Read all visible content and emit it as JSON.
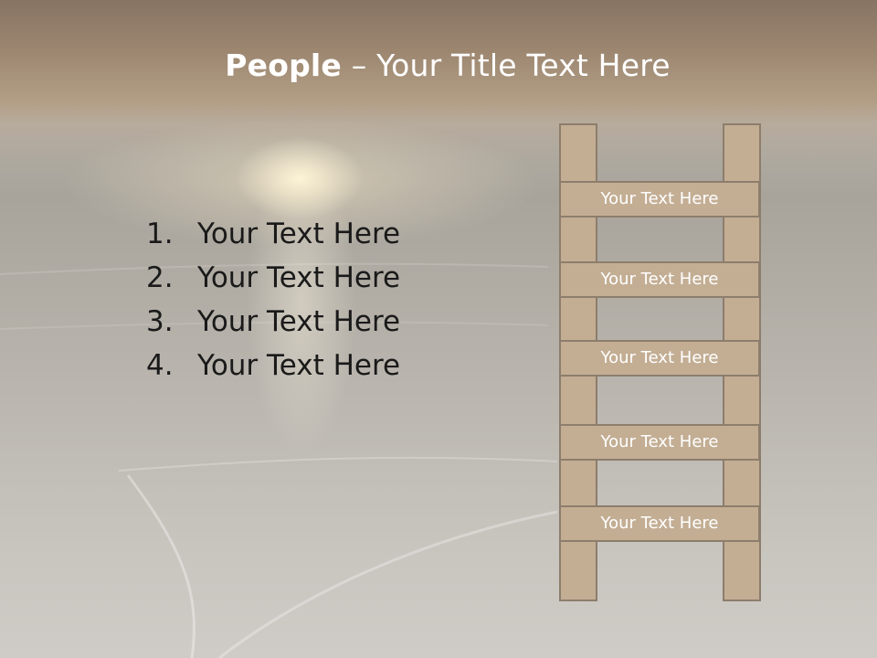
{
  "slide": {
    "title_bold": "People",
    "title_rest": " – Your Title Text Here",
    "list": [
      {
        "num": "1.",
        "text": "Your Text Here"
      },
      {
        "num": "2.",
        "text": "Your Text Here"
      },
      {
        "num": "3.",
        "text": "Your Text Here"
      },
      {
        "num": "4.",
        "text": "Your Text Here"
      }
    ],
    "ladder_rungs": [
      "Your Text Here",
      "Your Text Here",
      "Your Text Here",
      "Your Text Here",
      "Your Text Here"
    ]
  },
  "colors": {
    "ladder_fill": "#c3ae94",
    "ladder_border": "#8d7d6c",
    "title_text": "#ffffff",
    "list_text": "#1a1a1a"
  }
}
